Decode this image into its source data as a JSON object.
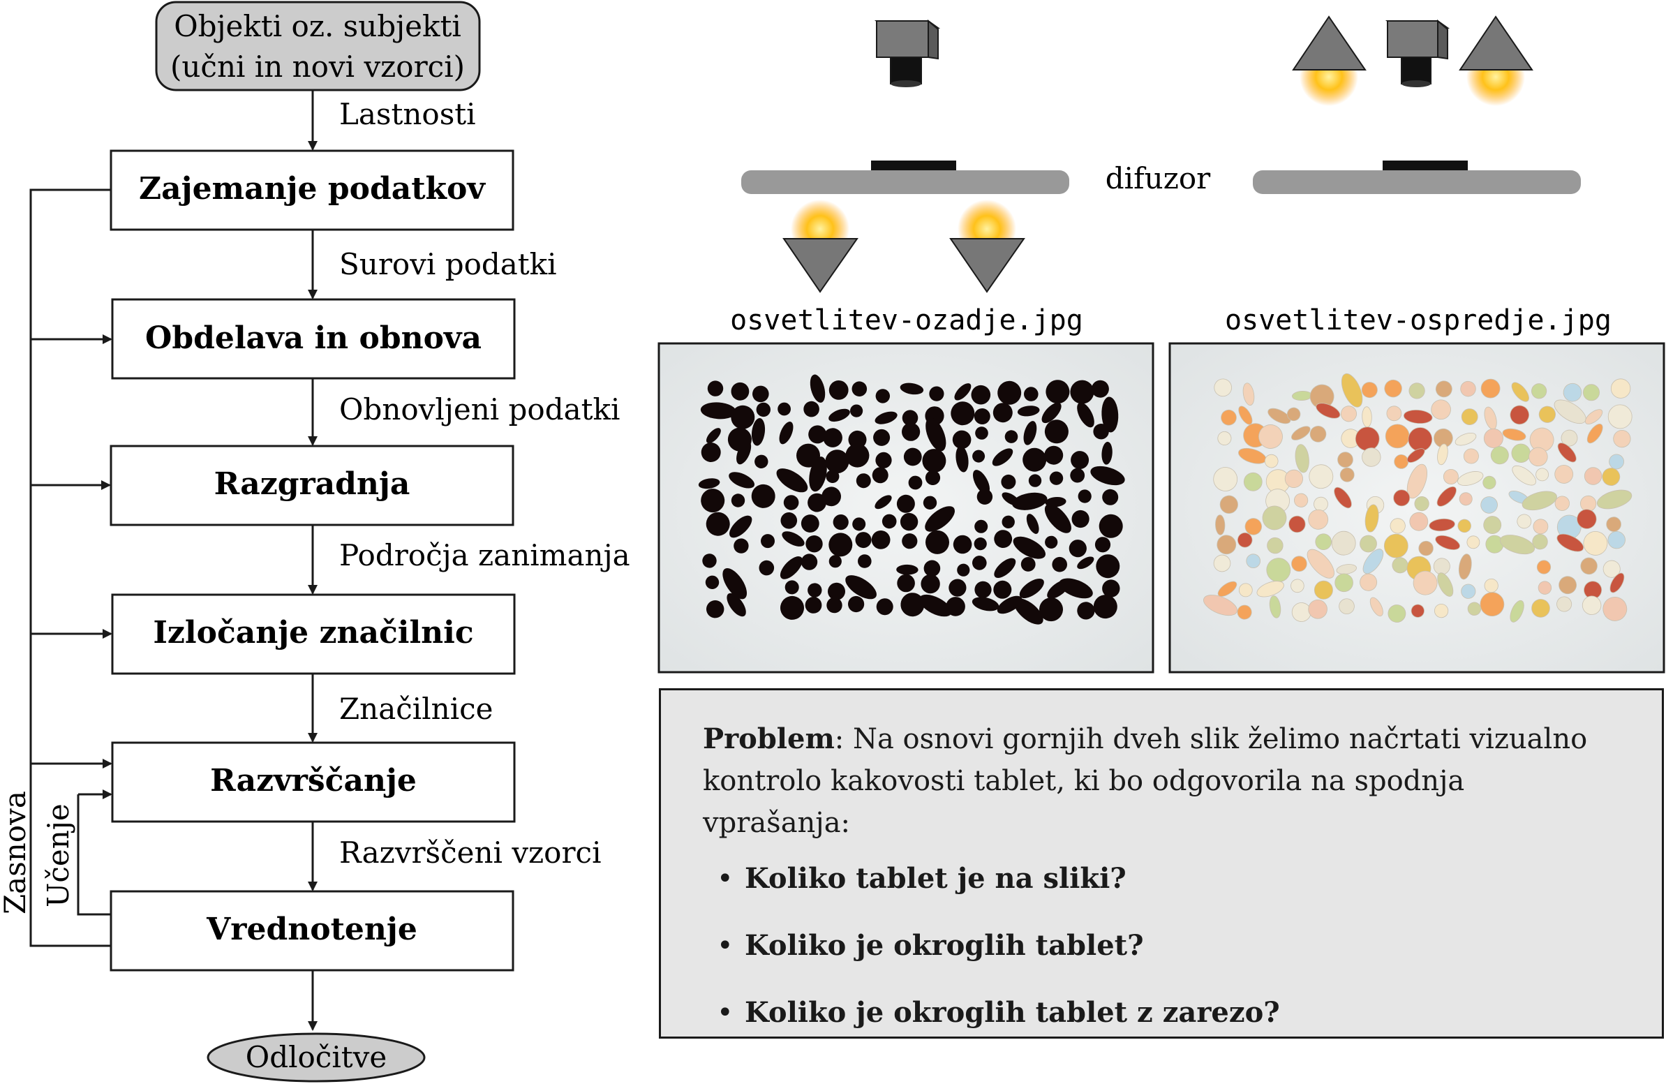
{
  "flow": {
    "start": [
      "Objekti oz. subjekti",
      "(učni in novi vzorci)"
    ],
    "boxes": [
      "Zajemanje podatkov",
      "Obdelava in obnova",
      "Razgradnja",
      "Izločanje značilnic",
      "Razvrščanje",
      "Vrednotenje"
    ],
    "edges": [
      "Lastnosti",
      "Surovi podatki",
      "Obnovljeni podatki",
      "Področja zanimanja",
      "Značilnice",
      "Razvrščeni vzorci"
    ],
    "end": "Odločitve",
    "loop_outer": "Zasnova",
    "loop_inner": "Učenje"
  },
  "lighting": {
    "diffuser_label": "difuzor",
    "left_file": "osvetlitev-ozadje.jpg",
    "right_file": "osvetlitev-ospredje.jpg"
  },
  "problem": {
    "label": "Problem",
    "text": ": Na osnovi gornjih dveh slik želimo načrtati vizualno kontrolo kakovosti tablet, ki bo odgovorila na spodnja vprašanja:",
    "questions": [
      "Koliko tablet je na sliki?",
      "Koliko je okroglih tablet?",
      "Koliko je okroglih tablet z zarezo?"
    ]
  },
  "colors": {
    "box_fill": "#cccccc",
    "panel_fill": "#e6e6e6",
    "stroke": "#1a1a1a",
    "diffuser": "#999999",
    "light": "#ffc21a"
  }
}
